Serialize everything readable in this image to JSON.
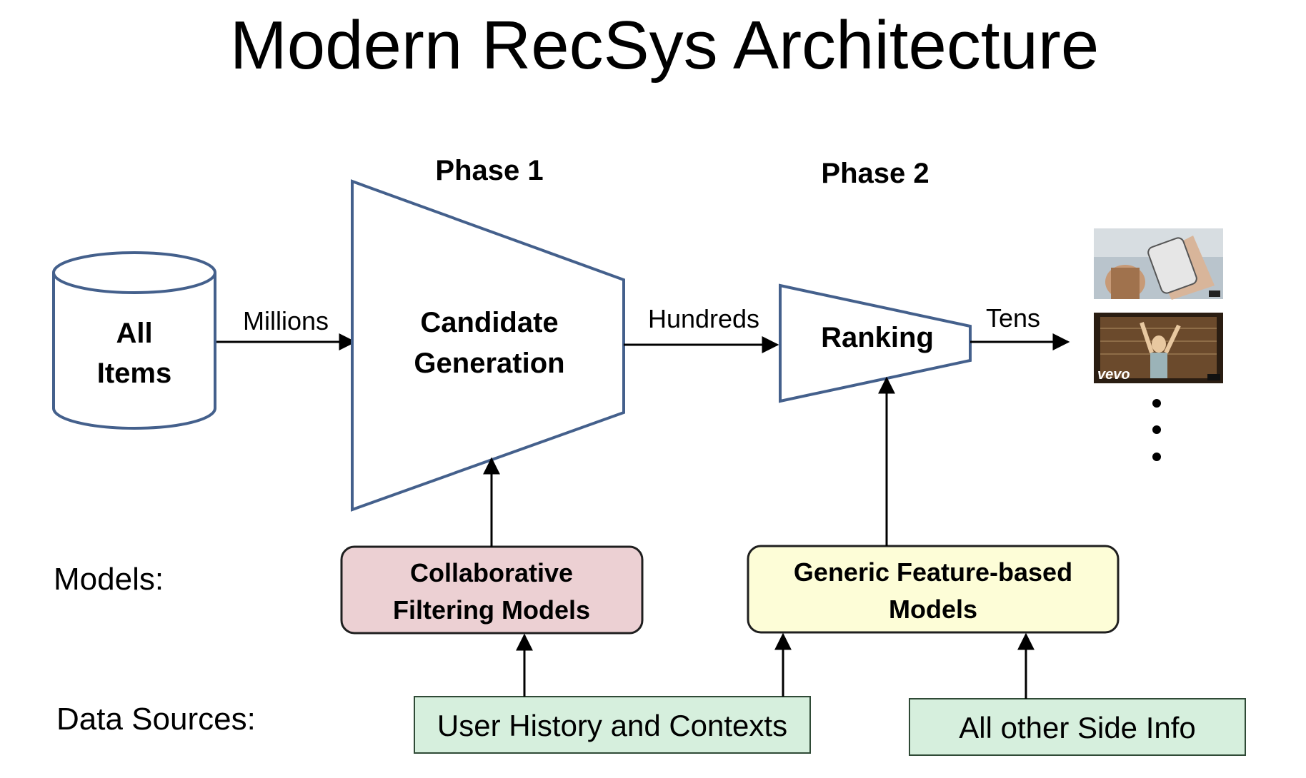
{
  "title": "Modern RecSys Architecture",
  "phases": {
    "phase1": "Phase 1",
    "phase2": "Phase 2"
  },
  "store": {
    "line1": "All",
    "line2": "Items"
  },
  "candidate": {
    "line1": "Candidate",
    "line2": "Generation"
  },
  "ranking": "Ranking",
  "flows": {
    "millions": "Millions",
    "hundreds": "Hundreds",
    "tens": "Tens"
  },
  "row_labels": {
    "models": "Models:",
    "data_sources": "Data Sources:"
  },
  "models": {
    "collaborative": {
      "line1": "Collaborative",
      "line2": "Filtering Models"
    },
    "generic": {
      "line1": "Generic Feature-based",
      "line2": "Models"
    }
  },
  "sources": {
    "user_history": "User History and Contexts",
    "side_info": "All other Side Info"
  },
  "thumbnail_watermark": "vevo",
  "colors": {
    "shape_stroke": "#44608c",
    "collaborative_fill": "#ecd0d3",
    "generic_fill": "#fdfdd7",
    "source_fill": "#d6efdd",
    "source_stroke": "#2f4a36"
  }
}
